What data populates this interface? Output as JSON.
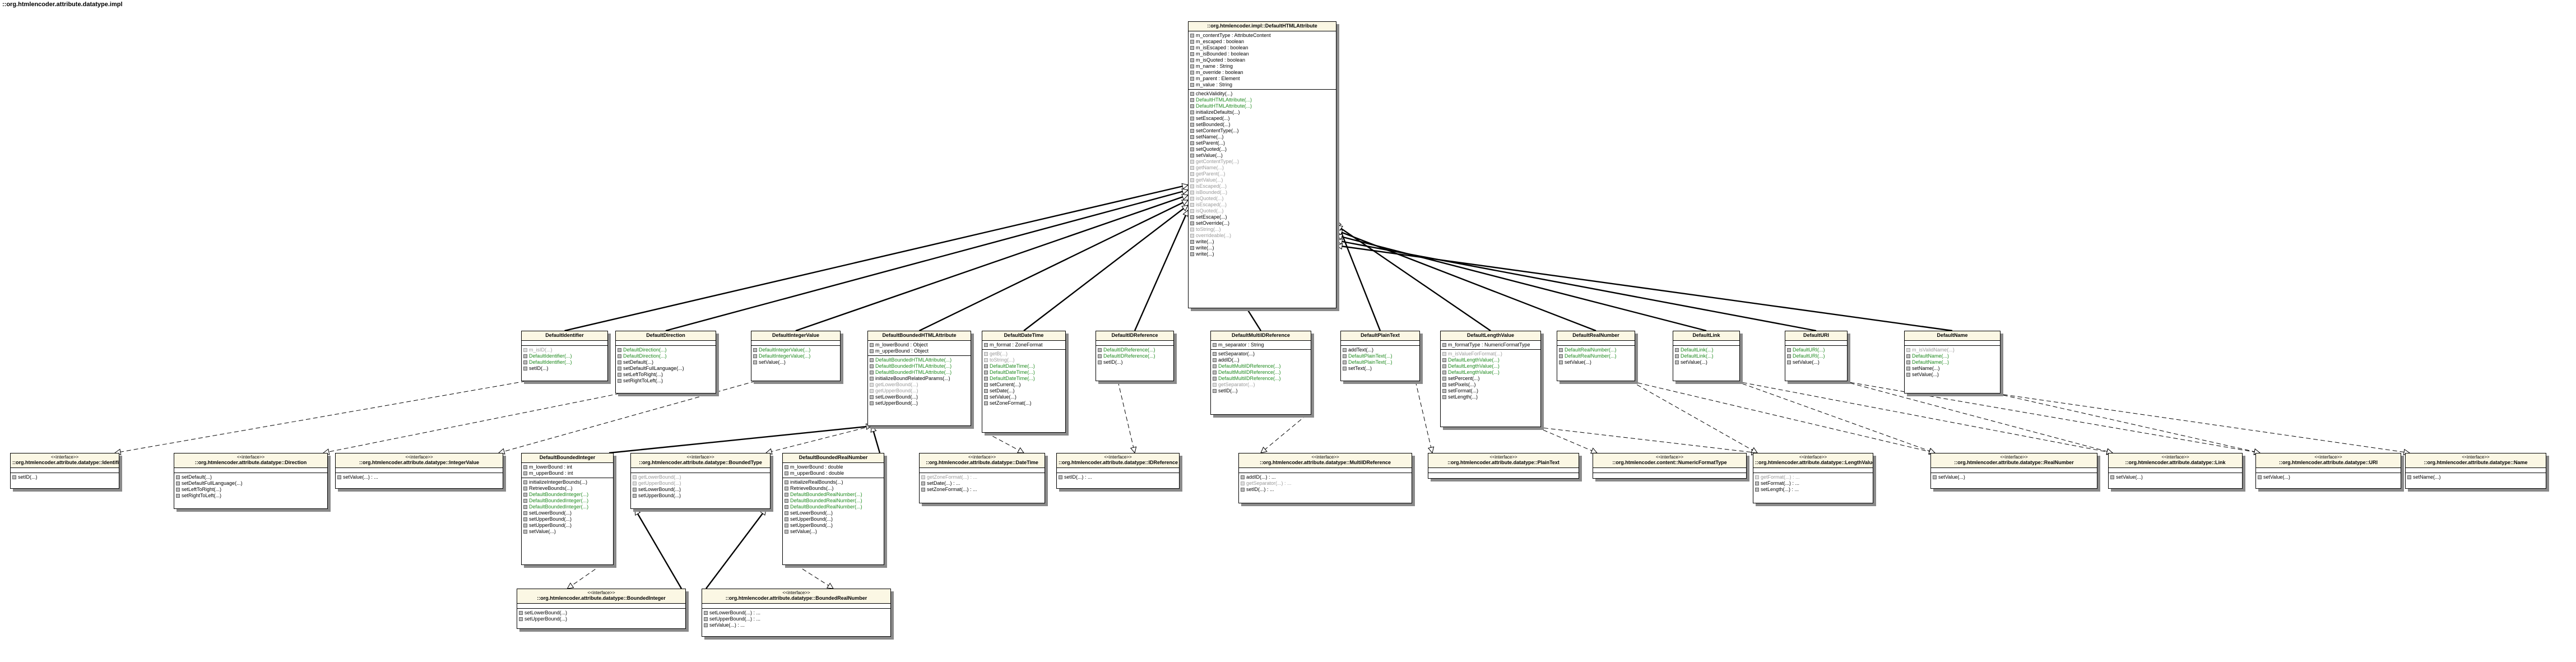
{
  "package_title": "::org.htmlencoder.attribute.datatype.impl",
  "classes": {
    "root": {
      "name": "::org.htmlencoder.impl::DefaultHTMLAttribute",
      "fields": [
        "m_contentType : AttributeContent",
        "m_escaped : boolean",
        "m_isEscaped : boolean",
        "m_isBounded : boolean",
        "m_isQuoted : boolean",
        "m_name : String",
        "m_override : boolean",
        "m_parent : Element",
        "m_value : String"
      ],
      "methods": [
        {
          "t": "checkValidity(...)",
          "s": "n"
        },
        {
          "t": "DefaultHTMLAttribute(...)",
          "s": "g"
        },
        {
          "t": "DefaultHTMLAttribute(...)",
          "s": "g"
        },
        {
          "t": "initializeDefaults(...)",
          "s": "n"
        },
        {
          "t": "setEscaped(...)",
          "s": "n"
        },
        {
          "t": "setBounded(...)",
          "s": "n"
        },
        {
          "t": "setContentType(...)",
          "s": "n"
        },
        {
          "t": "setName(...)",
          "s": "n"
        },
        {
          "t": "setParent(...)",
          "s": "n"
        },
        {
          "t": "setQuoted(...)",
          "s": "n"
        },
        {
          "t": "setValue(...)",
          "s": "n"
        },
        {
          "t": "getContentType(...)",
          "s": "d"
        },
        {
          "t": "getName(...)",
          "s": "d"
        },
        {
          "t": "getParent(...)",
          "s": "d"
        },
        {
          "t": "getValue(...)",
          "s": "d"
        },
        {
          "t": "isEscaped(...)",
          "s": "d"
        },
        {
          "t": "isBounded(...)",
          "s": "d"
        },
        {
          "t": "isQuoted(...)",
          "s": "d"
        },
        {
          "t": "isEscaped(...)",
          "s": "d"
        },
        {
          "t": "isQuoted(...)",
          "s": "d"
        },
        {
          "t": "setEscape(...)",
          "s": "n"
        },
        {
          "t": "setOverride(...)",
          "s": "n"
        },
        {
          "t": "toString(...)",
          "s": "d"
        },
        {
          "t": "overrideable(...)",
          "s": "d"
        },
        {
          "t": "write(...)",
          "s": "n"
        },
        {
          "t": "write(...)",
          "s": "n"
        },
        {
          "t": "write(...)",
          "s": "n"
        }
      ]
    },
    "c1": {
      "name": "DefaultIdentifier",
      "fields": [],
      "methods": [
        {
          "t": "m_isID(...)",
          "s": "d"
        },
        {
          "t": "DefaultIdentifier(...)",
          "s": "g"
        },
        {
          "t": "DefaultIdentifier(...)",
          "s": "g"
        },
        {
          "t": "setID(...)",
          "s": "n"
        }
      ]
    },
    "c2": {
      "name": "DefaultDirection",
      "fields": [],
      "methods": [
        {
          "t": "DefaultDirection(...)",
          "s": "g"
        },
        {
          "t": "DefaultDirection(...)",
          "s": "g"
        },
        {
          "t": "setDefault(...)",
          "s": "n"
        },
        {
          "t": "setDefaultFullLanguage(...)",
          "s": "n"
        },
        {
          "t": "setLeftToRight(...)",
          "s": "n"
        },
        {
          "t": "setRightToLeft(...)",
          "s": "n"
        }
      ]
    },
    "c3": {
      "name": "DefaultIntegerValue",
      "fields": [],
      "methods": [
        {
          "t": "DefaultIntegerValue(...)",
          "s": "g"
        },
        {
          "t": "DefaultIntegerValue(...)",
          "s": "g"
        },
        {
          "t": "setValue(...)",
          "s": "n"
        }
      ]
    },
    "c4": {
      "name": "DefaultBoundedHTMLAttribute",
      "fields": [
        "m_lowerBound : Object",
        "m_upperBound : Object"
      ],
      "methods": [
        {
          "t": "DefaultBoundedHTMLAttribute(...)",
          "s": "g"
        },
        {
          "t": "DefaultBoundedHTMLAttribute(...)",
          "s": "g"
        },
        {
          "t": "DefaultBoundedHTMLAttribute(...)",
          "s": "g"
        },
        {
          "t": "initializeBoundRelatedParams(...)",
          "s": "n"
        },
        {
          "t": "getLowerBound(...)",
          "s": "d"
        },
        {
          "t": "getUpperBound(...)",
          "s": "d"
        },
        {
          "t": "setLowerBound(...)",
          "s": "n"
        },
        {
          "t": "setUpperBound(...)",
          "s": "n"
        }
      ]
    },
    "c5": {
      "name": "DefaultDateTime",
      "fields": [
        "m_format : ZoneFormat"
      ],
      "methods": [
        {
          "t": "getB(...)",
          "s": "d"
        },
        {
          "t": "toString(...)",
          "s": "d"
        },
        {
          "t": "DefaultDateTime(...)",
          "s": "g"
        },
        {
          "t": "DefaultDateTime(...)",
          "s": "g"
        },
        {
          "t": "DefaultDateTime(...)",
          "s": "g"
        },
        {
          "t": "setCurrent(...)",
          "s": "n"
        },
        {
          "t": "setDate(...)",
          "s": "n"
        },
        {
          "t": "setValue(...)",
          "s": "n"
        },
        {
          "t": "setZoneFormat(...)",
          "s": "n"
        }
      ]
    },
    "c6": {
      "name": "DefaultIDReference",
      "fields": [],
      "methods": [
        {
          "t": "DefaultIDReference(...)",
          "s": "g"
        },
        {
          "t": "DefaultIDReference(...)",
          "s": "g"
        },
        {
          "t": "setID(...)",
          "s": "n"
        }
      ]
    },
    "c7": {
      "name": "DefaultMultiIDReference",
      "fields": [
        "m_separator : String"
      ],
      "methods": [
        {
          "t": "setSeparator(...)",
          "s": "n"
        },
        {
          "t": "addID(...)",
          "s": "n"
        },
        {
          "t": "DefaultMultiIDReference(...)",
          "s": "g"
        },
        {
          "t": "DefaultMultiIDReference(...)",
          "s": "g"
        },
        {
          "t": "DefaultMultiIDReference(...)",
          "s": "g"
        },
        {
          "t": "getSeparator(...)",
          "s": "d"
        },
        {
          "t": "setID(...)",
          "s": "n"
        }
      ]
    },
    "c8": {
      "name": "DefaultPlainText",
      "fields": [],
      "methods": [
        {
          "t": "addText(...)",
          "s": "n"
        },
        {
          "t": "DefaultPlainText(...)",
          "s": "g"
        },
        {
          "t": "DefaultPlainText(...)",
          "s": "g"
        },
        {
          "t": "setText(...)",
          "s": "n"
        }
      ]
    },
    "c9": {
      "name": "DefaultLengthValue",
      "fields": [
        "m_formatType : NumericFormatType"
      ],
      "methods": [
        {
          "t": "m_isValueForFormat(...)",
          "s": "d"
        },
        {
          "t": "DefaultLengthValue(...)",
          "s": "g"
        },
        {
          "t": "DefaultLengthValue(...)",
          "s": "g"
        },
        {
          "t": "DefaultLengthValue(...)",
          "s": "g"
        },
        {
          "t": "setPercent(...)",
          "s": "n"
        },
        {
          "t": "setPixels(...)",
          "s": "n"
        },
        {
          "t": "setFormat(...)",
          "s": "n"
        },
        {
          "t": "setLength(...)",
          "s": "n"
        }
      ]
    },
    "c10": {
      "name": "DefaultRealNumber",
      "fields": [],
      "methods": [
        {
          "t": "DefaultRealNumber(...)",
          "s": "g"
        },
        {
          "t": "DefaultRealNumber(...)",
          "s": "g"
        },
        {
          "t": "setValue(...)",
          "s": "n"
        }
      ]
    },
    "c11": {
      "name": "DefaultLink",
      "fields": [],
      "methods": [
        {
          "t": "DefaultLink(...)",
          "s": "g"
        },
        {
          "t": "DefaultLink(...)",
          "s": "g"
        },
        {
          "t": "setValue(...)",
          "s": "n"
        }
      ]
    },
    "c12": {
      "name": "DefaultURI",
      "fields": [],
      "methods": [
        {
          "t": "DefaultURI(...)",
          "s": "g"
        },
        {
          "t": "DefaultURI(...)",
          "s": "g"
        },
        {
          "t": "setValue(...)",
          "s": "n"
        }
      ]
    },
    "c13": {
      "name": "DefaultName",
      "fields": [],
      "methods": [
        {
          "t": "m_isValidName(...)",
          "s": "d"
        },
        {
          "t": "DefaultName(...)",
          "s": "g"
        },
        {
          "t": "DefaultName(...)",
          "s": "g"
        },
        {
          "t": "setName(...)",
          "s": "n"
        },
        {
          "t": "setValue(...)",
          "s": "n"
        }
      ]
    },
    "c14": {
      "name": "DefaultBoundedInteger",
      "fields": [
        "m_lowerBound : int",
        "m_upperBound : int"
      ],
      "methods": [
        {
          "t": "initializeIntegerBounds(...)",
          "s": "n"
        },
        {
          "t": "RetrieveBounds(...)",
          "s": "n"
        },
        {
          "t": "DefaultBoundedInteger(...)",
          "s": "g"
        },
        {
          "t": "DefaultBoundedInteger(...)",
          "s": "g"
        },
        {
          "t": "DefaultBoundedInteger(...)",
          "s": "g"
        },
        {
          "t": "setLowerBound(...)",
          "s": "n"
        },
        {
          "t": "setUpperBound(...)",
          "s": "n"
        },
        {
          "t": "setUpperBound(...)",
          "s": "n"
        },
        {
          "t": "setValue(...)",
          "s": "n"
        }
      ]
    },
    "c15": {
      "name": "DefaultBoundedRealNumber",
      "fields": [
        "m_lowerBound : double",
        "m_upperBound : double"
      ],
      "methods": [
        {
          "t": "initializeRealBounds(...)",
          "s": "n"
        },
        {
          "t": "RetrieveBounds(...)",
          "s": "n"
        },
        {
          "t": "DefaultBoundedRealNumber(...)",
          "s": "g"
        },
        {
          "t": "DefaultBoundedRealNumber(...)",
          "s": "g"
        },
        {
          "t": "DefaultBoundedRealNumber(...)",
          "s": "g"
        },
        {
          "t": "setLowerBound(...)",
          "s": "n"
        },
        {
          "t": "setUpperBound(...)",
          "s": "n"
        },
        {
          "t": "setUpperBound(...)",
          "s": "n"
        },
        {
          "t": "setValue(...)",
          "s": "n"
        }
      ]
    }
  },
  "interfaces": {
    "stereotype": "<<interface>>",
    "i1": {
      "name": "::org.htmlencoder.attribute.datatype::Identifier",
      "methods": [
        {
          "t": "setID(...)",
          "s": "n"
        }
      ]
    },
    "i2": {
      "name": "::org.htmlencoder.attribute.datatype::Direction",
      "methods": [
        {
          "t": "setDefault(...)",
          "s": "n"
        },
        {
          "t": "setDefaultFullLanguage(...)",
          "s": "n"
        },
        {
          "t": "setLeftToRight(...)",
          "s": "n"
        },
        {
          "t": "setRightToLeft(...)",
          "s": "n"
        }
      ]
    },
    "i3": {
      "name": "::org.htmlencoder.attribute.datatype::IntegerValue",
      "methods": [
        {
          "t": "setValue(...) : ...",
          "s": "n"
        }
      ]
    },
    "i4": {
      "name": "::org.htmlencoder.attribute.datatype::BoundedType",
      "methods": [
        {
          "t": "getLowerBound(...)",
          "s": "d"
        },
        {
          "t": "getUpperBound(...)",
          "s": "d"
        },
        {
          "t": "setLowerBound(...)",
          "s": "n"
        },
        {
          "t": "setUpperBound(...)",
          "s": "n"
        }
      ]
    },
    "i5": {
      "name": "::org.htmlencoder.attribute.datatype::DateTime",
      "methods": [
        {
          "t": "getZoneFormat(...) : ...",
          "s": "d"
        },
        {
          "t": "setDate(...) : ...",
          "s": "n"
        },
        {
          "t": "setZoneFormat(...) : ...",
          "s": "n"
        }
      ]
    },
    "i6": {
      "name": "::org.htmlencoder.attribute.datatype::IDReference",
      "methods": [
        {
          "t": "setID(...) : ...",
          "s": "n"
        }
      ]
    },
    "i7": {
      "name": "::org.htmlencoder.attribute.datatype::MultiIDReference",
      "methods": [
        {
          "t": "addID(...) : ...",
          "s": "n"
        },
        {
          "t": "getSeparator(...) : ...",
          "s": "d"
        },
        {
          "t": "setID(...) : ...",
          "s": "n"
        }
      ]
    },
    "i8": {
      "name": "::org.htmlencoder.attribute.datatype::PlainText",
      "methods": []
    },
    "i9": {
      "name": "::org.htmlencoder.content::NumericFormatType",
      "methods": []
    },
    "i10": {
      "name": "::org.htmlencoder.attribute.datatype::LengthValue",
      "methods": [
        {
          "t": "getFormat(...) : ...",
          "s": "d"
        },
        {
          "t": "setFormat(...) : ...",
          "s": "n"
        },
        {
          "t": "setLength(...) : ...",
          "s": "n"
        }
      ]
    },
    "i11": {
      "name": "::org.htmlencoder.attribute.datatype::RealNumber",
      "methods": [
        {
          "t": "setValue(...)",
          "s": "n"
        }
      ]
    },
    "i12": {
      "name": "::org.htmlencoder.attribute.datatype::Link",
      "methods": [
        {
          "t": "setValue(...)",
          "s": "n"
        }
      ]
    },
    "i13": {
      "name": "::org.htmlencoder.attribute.datatype::URI",
      "methods": [
        {
          "t": "setValue(...)",
          "s": "n"
        }
      ]
    },
    "i14": {
      "name": "::org.htmlencoder.attribute.datatype::Name",
      "methods": [
        {
          "t": "setName(...)",
          "s": "n"
        }
      ]
    },
    "i15": {
      "name": "::org.htmlencoder.attribute.datatype::BoundedInteger",
      "methods": [
        {
          "t": "setLowerBound(...)",
          "s": "n"
        },
        {
          "t": "setUpperBound(...)",
          "s": "n"
        }
      ]
    },
    "i16": {
      "name": "::org.htmlencoder.attribute.datatype::BoundedRealNumber",
      "methods": [
        {
          "t": "setLowerBound(...) : ...",
          "s": "n"
        },
        {
          "t": "setUpperBound(...) : ...",
          "s": "n"
        },
        {
          "t": "setValue(...) : ...",
          "s": "n"
        }
      ]
    }
  },
  "relations": [
    {
      "from": "c1",
      "to": "root",
      "kind": "extends"
    },
    {
      "from": "c2",
      "to": "root",
      "kind": "extends"
    },
    {
      "from": "c3",
      "to": "root",
      "kind": "extends"
    },
    {
      "from": "c4",
      "to": "root",
      "kind": "extends"
    },
    {
      "from": "c5",
      "to": "root",
      "kind": "extends"
    },
    {
      "from": "c6",
      "to": "root",
      "kind": "extends"
    },
    {
      "from": "c7",
      "to": "root",
      "kind": "extends"
    },
    {
      "from": "c8",
      "to": "root",
      "kind": "extends"
    },
    {
      "from": "c9",
      "to": "root",
      "kind": "extends"
    },
    {
      "from": "c10",
      "to": "root",
      "kind": "extends"
    },
    {
      "from": "c11",
      "to": "root",
      "kind": "extends"
    },
    {
      "from": "c12",
      "to": "root",
      "kind": "extends"
    },
    {
      "from": "c13",
      "to": "root",
      "kind": "extends"
    },
    {
      "from": "c14",
      "to": "c4",
      "kind": "extends"
    },
    {
      "from": "c15",
      "to": "c4",
      "kind": "extends"
    },
    {
      "from": "c1",
      "to": "i1",
      "kind": "implements"
    },
    {
      "from": "c2",
      "to": "i2",
      "kind": "implements"
    },
    {
      "from": "c3",
      "to": "i3",
      "kind": "implements"
    },
    {
      "from": "c4",
      "to": "i4",
      "kind": "implements"
    },
    {
      "from": "c5",
      "to": "i5",
      "kind": "implements"
    },
    {
      "from": "c6",
      "to": "i6",
      "kind": "implements"
    },
    {
      "from": "c7",
      "to": "i7",
      "kind": "implements"
    },
    {
      "from": "c8",
      "to": "i8",
      "kind": "implements"
    },
    {
      "from": "c9",
      "to": "i9",
      "kind": "implements"
    },
    {
      "from": "c9",
      "to": "i10",
      "kind": "implements"
    },
    {
      "from": "c10",
      "to": "i11",
      "kind": "implements"
    },
    {
      "from": "c11",
      "to": "i12",
      "kind": "implements"
    },
    {
      "from": "c12",
      "to": "i13",
      "kind": "implements"
    },
    {
      "from": "c13",
      "to": "i14",
      "kind": "implements"
    },
    {
      "from": "c14",
      "to": "i15",
      "kind": "implements"
    },
    {
      "from": "c15",
      "to": "i16",
      "kind": "implements"
    },
    {
      "from": "i15",
      "to": "i4",
      "kind": "extends"
    },
    {
      "from": "i16",
      "to": "i4",
      "kind": "extends"
    },
    {
      "from": "c12",
      "to": "i12",
      "kind": "implements"
    },
    {
      "from": "c13",
      "to": "i13",
      "kind": "implements"
    },
    {
      "from": "c11",
      "to": "i11",
      "kind": "implements"
    },
    {
      "from": "c10",
      "to": "i10",
      "kind": "implements"
    }
  ]
}
